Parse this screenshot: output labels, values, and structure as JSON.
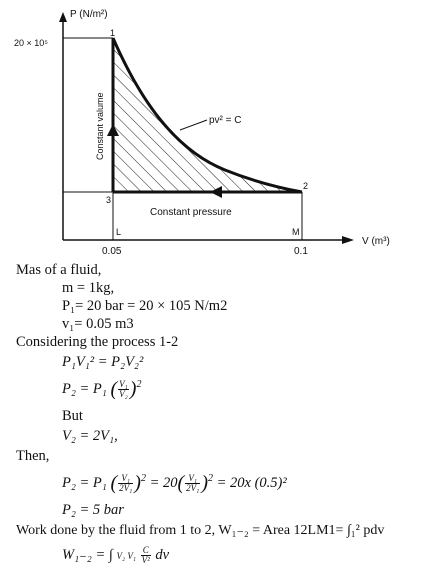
{
  "diagram": {
    "y_axis_label": "P (N/m²)",
    "y_tick": "20 × 10⁵",
    "x_axis_label": "V (m³)",
    "x_tick_1": "0.05",
    "x_tick_2": "0.1",
    "vertical_label": "Constant valume",
    "horizontal_label": "Constant pressure",
    "curve_label": "pv² = C",
    "point_1": "1",
    "point_2": "2",
    "point_3": "3",
    "point_L": "L",
    "point_M": "M"
  },
  "text": {
    "line1": "Mas of a fluid,",
    "line2": "m = 1kg,",
    "line3": "P₁= 20 bar = 20 × 105 N/m2",
    "line4": "v₁= 0.05 m3",
    "line5": "Considering the process 1-2",
    "line6": "P₁V₁² = P₂V₂²",
    "line7_lhs": "P₂ = P₁",
    "line8": "But",
    "line9": "V₂ = 2V₁,",
    "line10": "Then,",
    "line11_a": "P₂ = P₁",
    "line11_b": "= 20",
    "line11_c": "= 20x (0.5)²",
    "line12": "P₂ = 5 bar",
    "line13": "Work done by the fluid from 1 to 2, W₁₋₂ = Area 12LM1= ∫₁² pdv",
    "line14_lhs": "W₁₋₂ = ∫",
    "line14_lim": "V₂ V₁",
    "line14_rhs": "dv"
  }
}
